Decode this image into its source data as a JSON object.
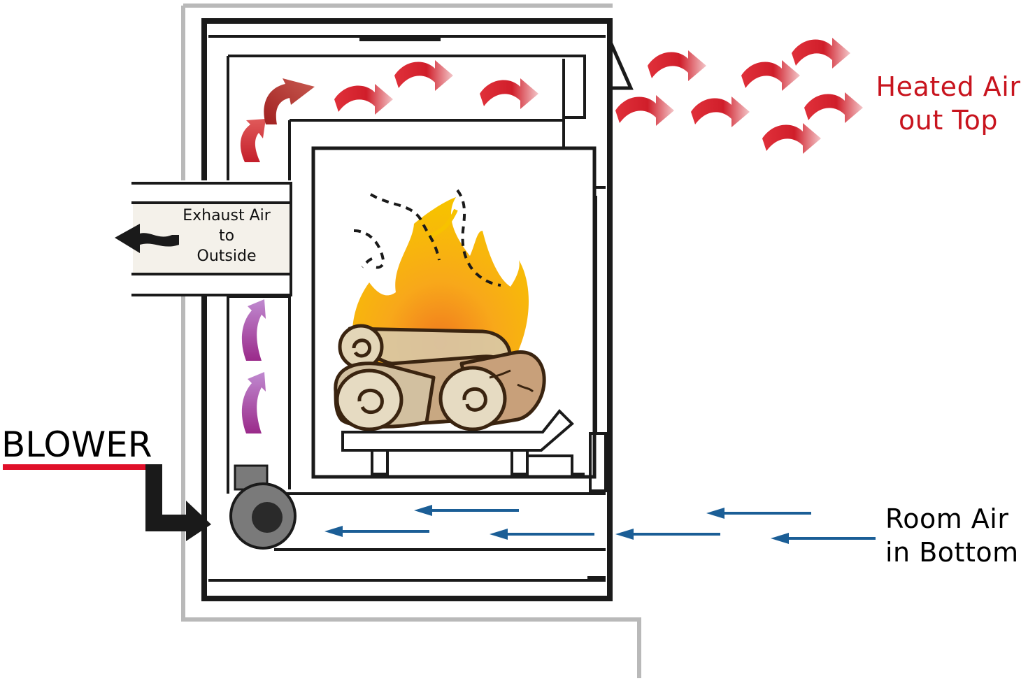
{
  "labels": {
    "heated_line1": "Heated Air",
    "heated_line2": "out Top",
    "room_line1": "Room Air",
    "room_line2": "in Bottom",
    "exhaust_line1": "Exhaust Air",
    "exhaust_line2": "to",
    "exhaust_line3": "Outside",
    "blower": "BLOWER"
  },
  "colors": {
    "heated_air": "#d0202e",
    "heated_label": "#c8141e",
    "room_air": "#1b5e96",
    "exhaust_rise": "#b53a3a",
    "cold_rise": "#8a2a8a",
    "flame_outer": "#f6b500",
    "flame_inner": "#f08a1e",
    "log": "#d8c9a8",
    "stove_frame": "#1a1a1a",
    "wall": "#b9b9b9",
    "blower_line": "#e0102a"
  },
  "icons": [
    "heated-air-arrow-icon",
    "room-air-arrow-icon",
    "exhaust-arrow-icon",
    "fire-icon",
    "log-icon",
    "blower-fan-icon"
  ]
}
